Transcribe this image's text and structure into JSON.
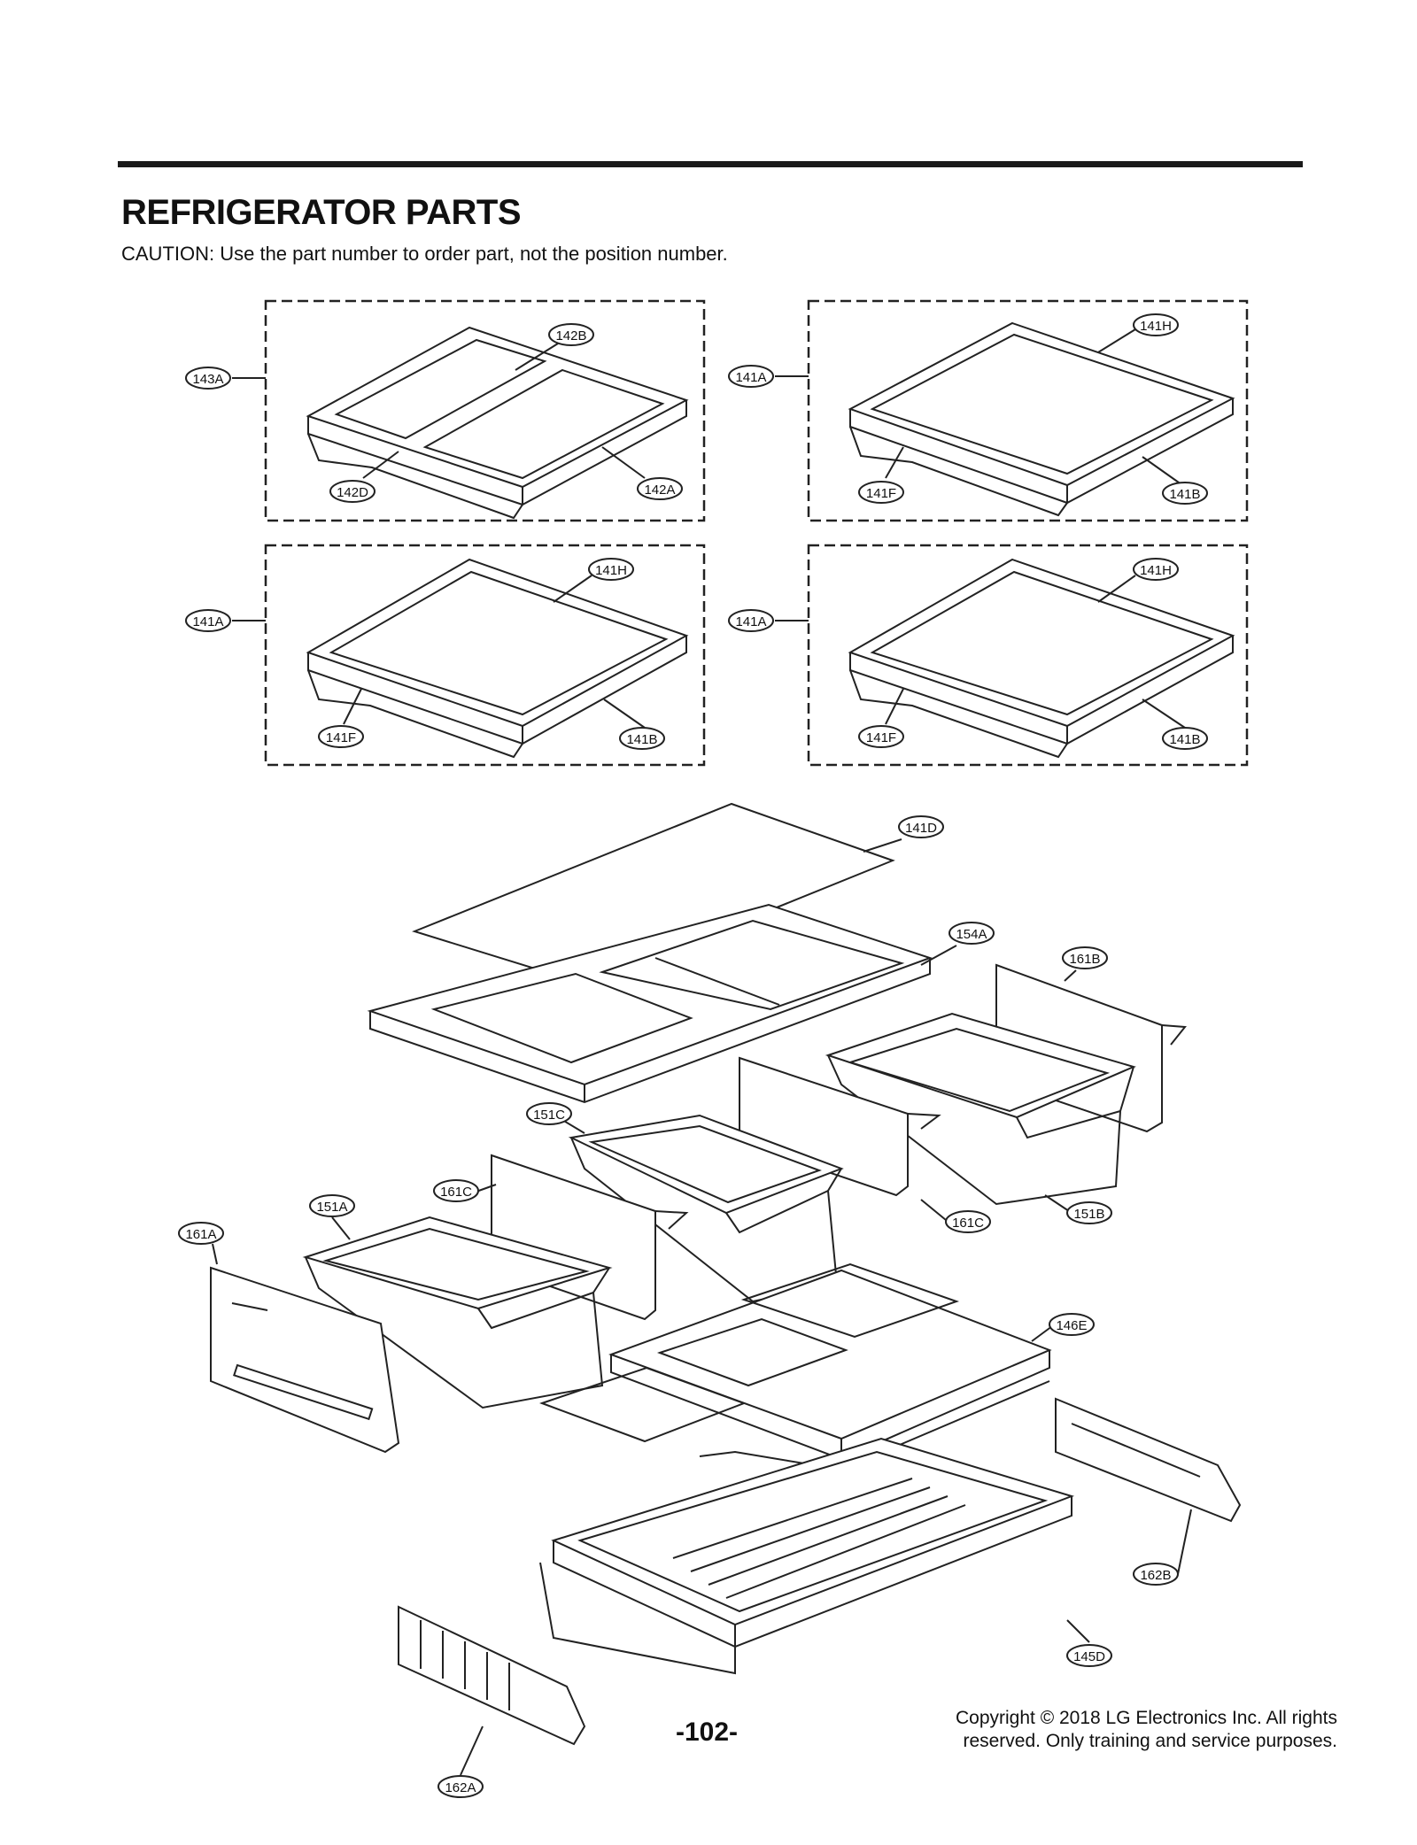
{
  "header": {
    "title": "REFRIGERATOR PARTS",
    "caution": "CAUTION: Use the part number to order part, not the position number."
  },
  "callouts": {
    "panel1": {
      "top_right": "142B",
      "left": "143A",
      "bottom_left": "142D",
      "bottom_right": "142A"
    },
    "panel2": {
      "top_right": "141H",
      "left": "141A",
      "bottom_left": "141F",
      "bottom_right": "141B"
    },
    "panel3": {
      "top_right": "141H",
      "left": "141A",
      "bottom_left": "141F",
      "bottom_right": "141B"
    },
    "panel4": {
      "top_right": "141H",
      "left": "141A",
      "bottom_left": "141F",
      "bottom_right": "141B"
    },
    "main": {
      "glass": "141D",
      "cover": "154A",
      "divider_right": "161B",
      "drawer_center": "151C",
      "divider_center": "161C",
      "divider_right_lower": "161C",
      "drawer_right": "151B",
      "drawer_left": "151A",
      "divider_left": "161A",
      "tray": "146E",
      "rail_right": "162B",
      "bottom_drawer": "145D",
      "rail_left": "162A"
    }
  },
  "footer": {
    "page_number": "-102-",
    "copyright_line1": "Copyright © 2018 LG Electronics Inc. All rights",
    "copyright_line2": "reserved. Only training and service purposes."
  }
}
